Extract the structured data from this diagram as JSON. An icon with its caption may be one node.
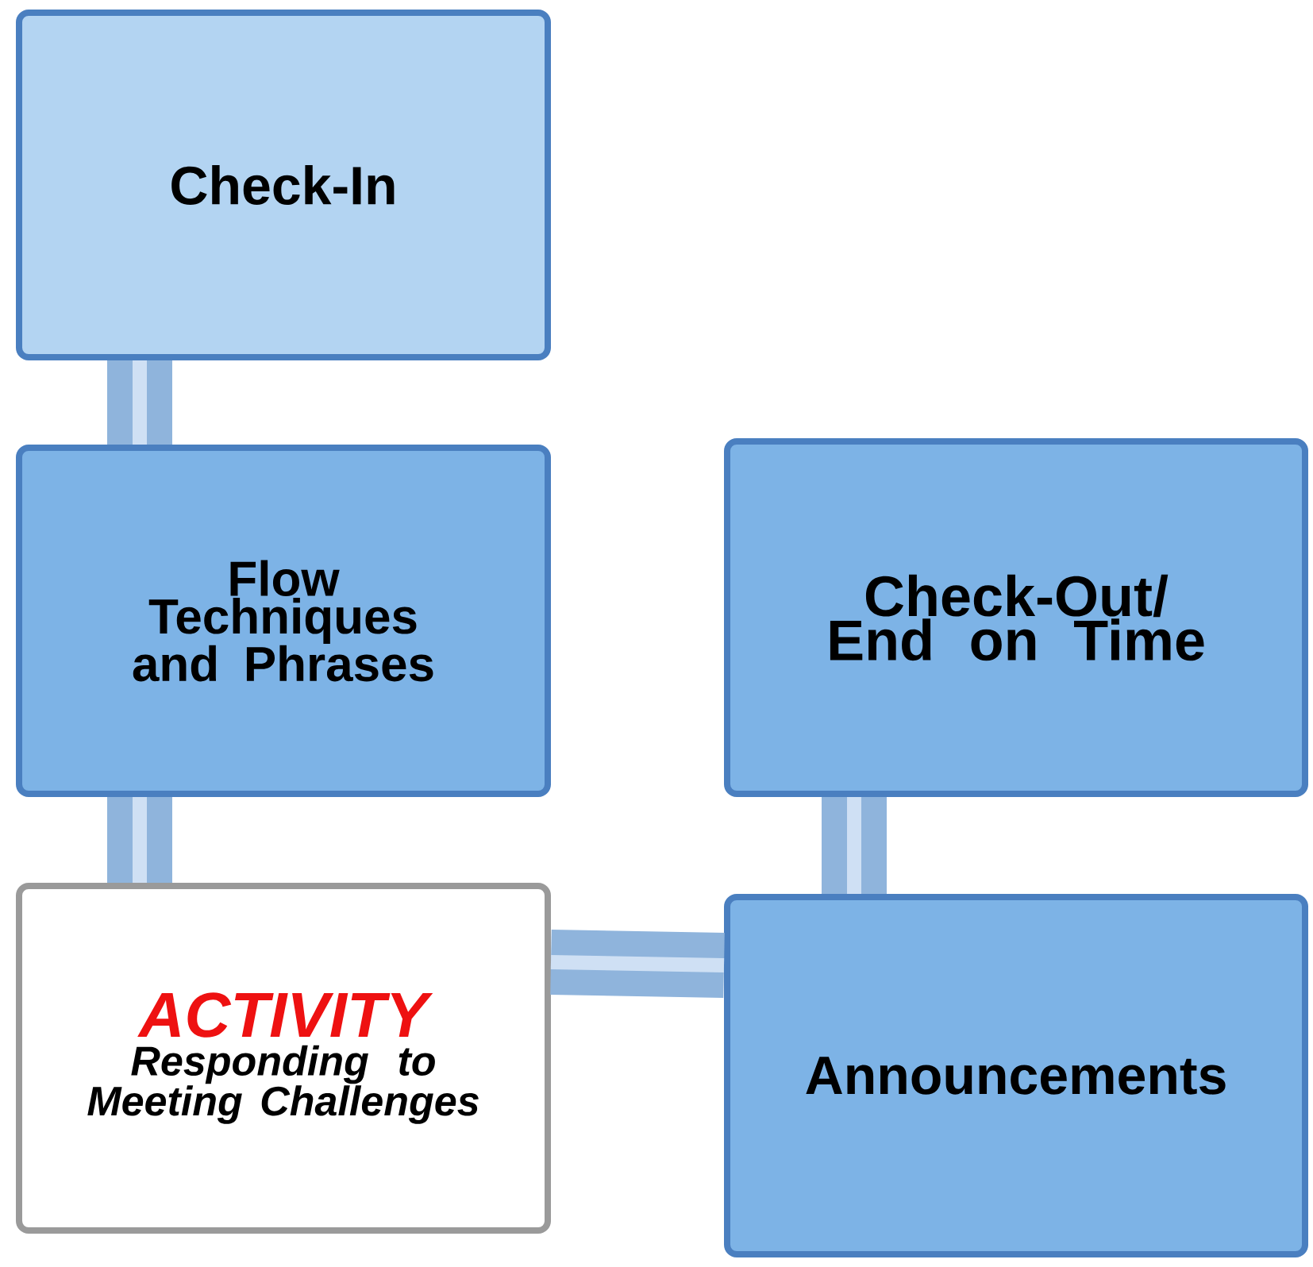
{
  "diagram": {
    "nodes": [
      {
        "text": [
          "Check-In"
        ]
      },
      {
        "text": [
          "Flow Techniques and Phrases"
        ]
      },
      {
        "text": [
          "Check-Out/ End on Time"
        ]
      },
      {
        "text": [
          "ACTIVITY",
          "Responding to Meeting Challenges"
        ]
      },
      {
        "text": [
          "Announcements"
        ]
      }
    ],
    "edges": [
      {
        "from": 0,
        "to": 1,
        "arrow": "none"
      },
      {
        "from": 1,
        "to": 3,
        "arrow": "none"
      },
      {
        "from": 3,
        "to": 4,
        "arrow": "none"
      },
      {
        "from": 4,
        "to": 2,
        "arrow": "none"
      }
    ]
  }
}
